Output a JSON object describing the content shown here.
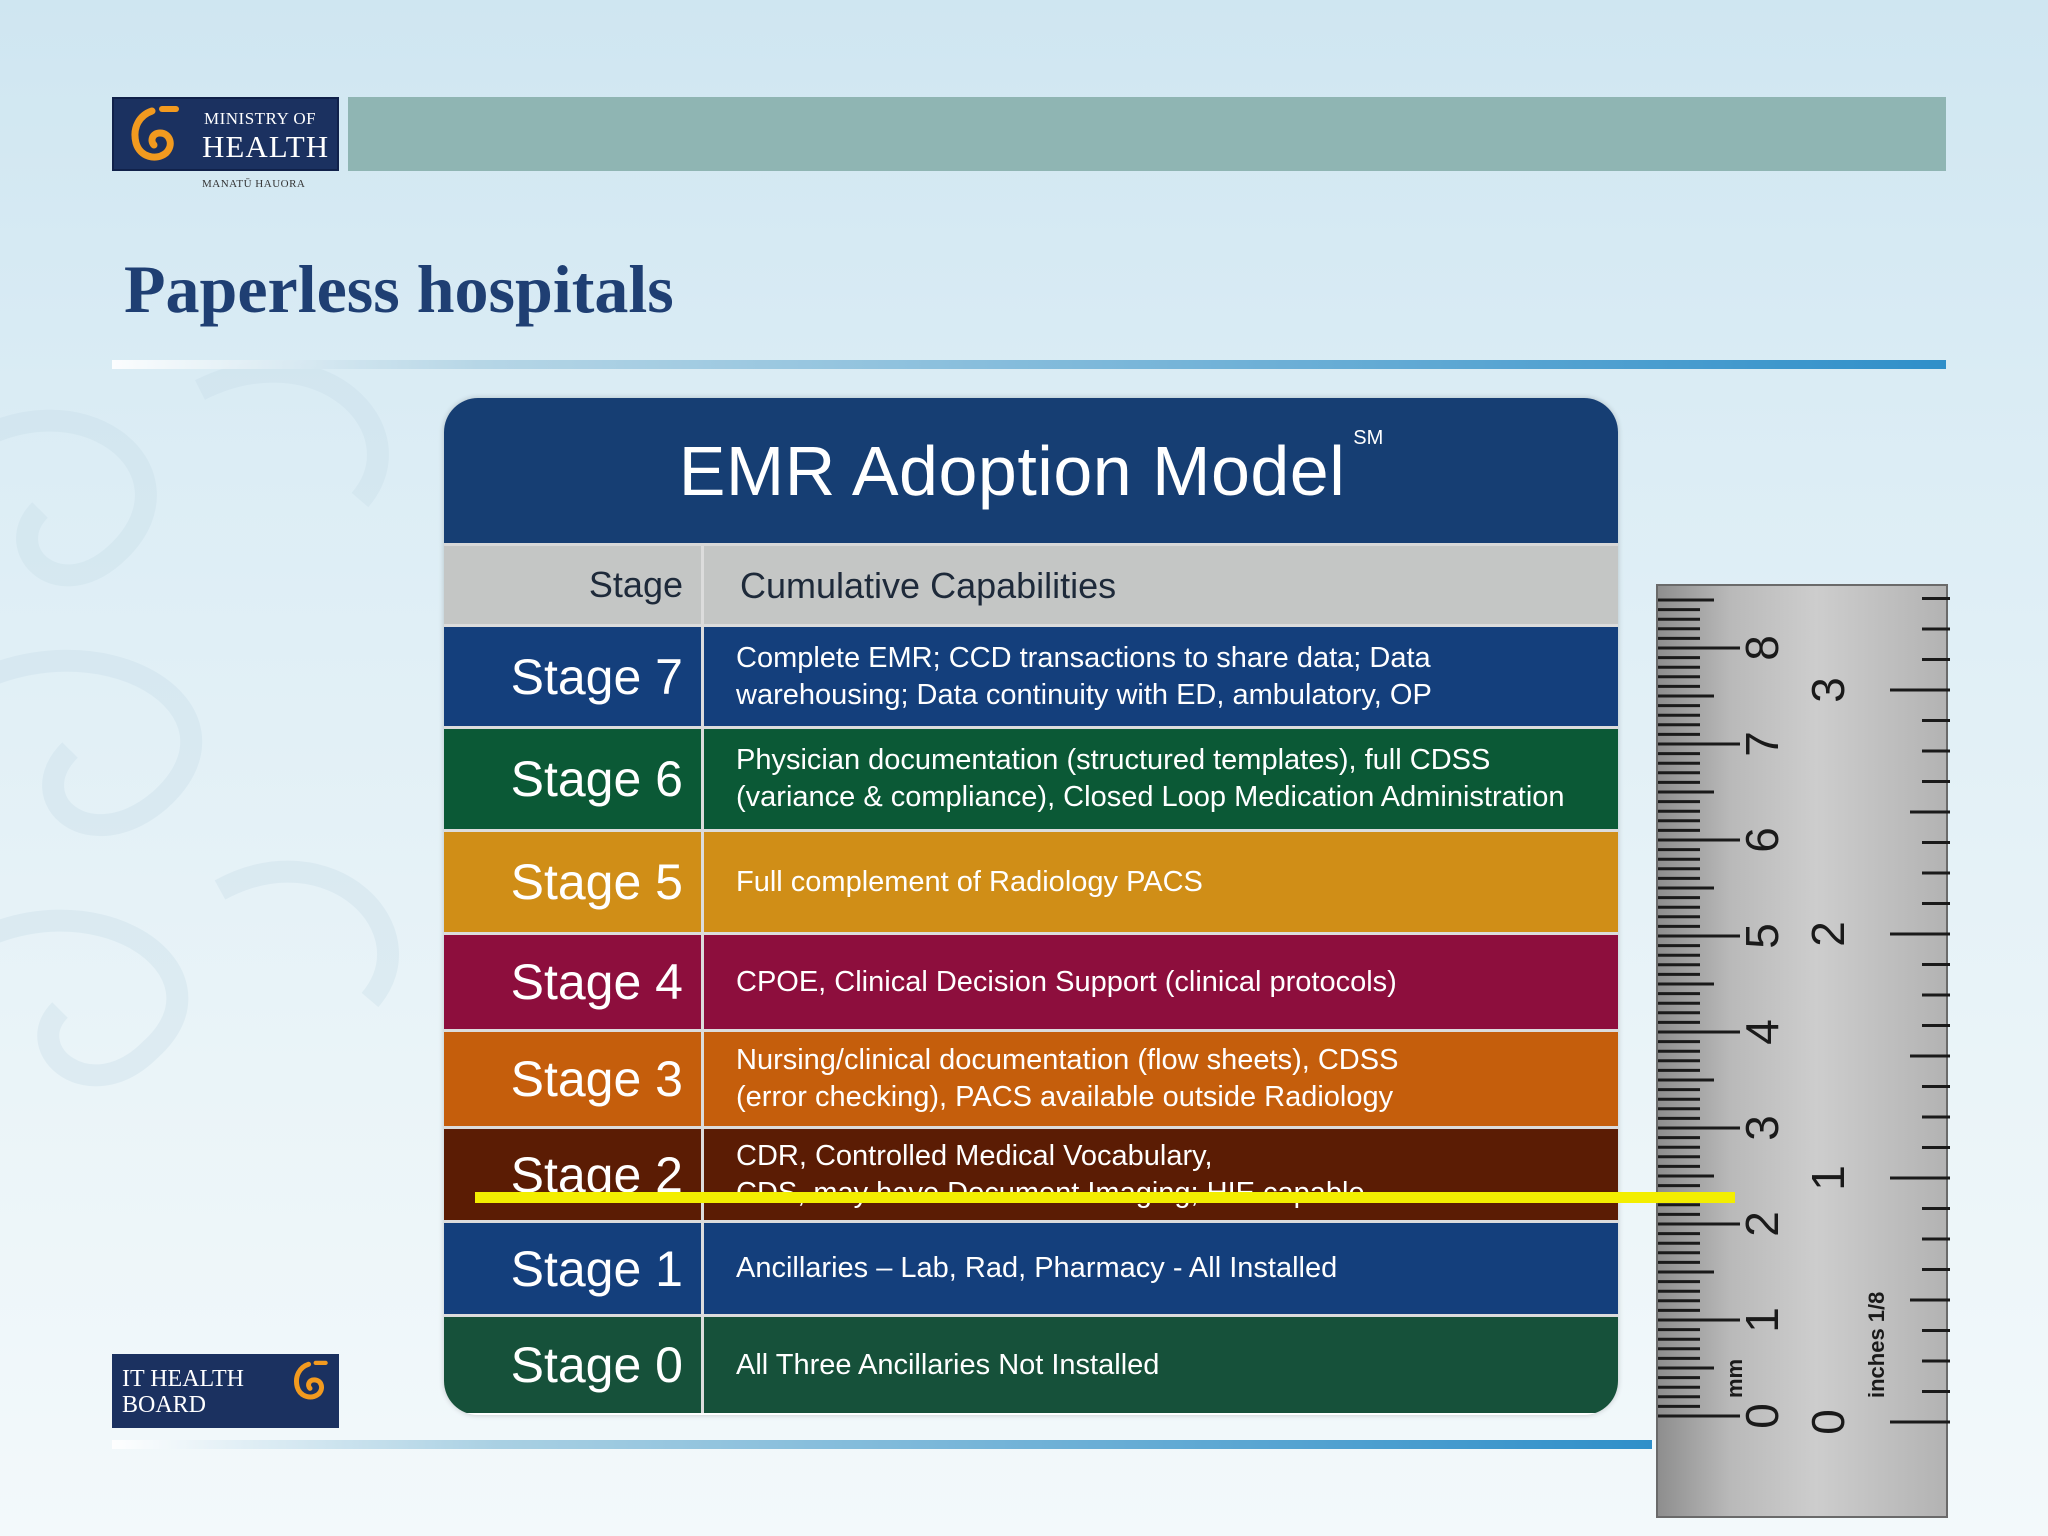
{
  "header": {
    "logo_line1": "MINISTRY OF",
    "logo_line2": "HEALTH",
    "logo_subtitle": "MANATŪ HAUORA",
    "logo_icon": "koru-icon",
    "bar_color": "#8fb5b3"
  },
  "title": "Paperless hospitals",
  "emr": {
    "title": "EMR Adoption Model",
    "superscript": "SM",
    "column_headers": {
      "stage": "Stage",
      "capabilities": "Cumulative Capabilities"
    },
    "rows": [
      {
        "stage": "Stage 7",
        "lines": [
          "Complete EMR; CCD transactions to share data; Data",
          "warehousing; Data continuity with ED, ambulatory, OP"
        ],
        "color": "#143f7c"
      },
      {
        "stage": "Stage 6",
        "lines": [
          "Physician documentation (structured templates), full CDSS",
          "(variance & compliance), Closed Loop Medication Administration"
        ],
        "color": "#0b5936"
      },
      {
        "stage": "Stage 5",
        "lines": [
          "Full complement of Radiology PACS"
        ],
        "color": "#d08e17"
      },
      {
        "stage": "Stage 4",
        "lines": [
          "CPOE, Clinical Decision Support (clinical protocols)"
        ],
        "color": "#8d0e3d"
      },
      {
        "stage": "Stage 3",
        "lines": [
          "Nursing/clinical documentation (flow sheets), CDSS",
          "(error checking), PACS available outside Radiology"
        ],
        "color": "#c55e0c"
      },
      {
        "stage": "Stage 2",
        "lines": [
          "CDR, Controlled Medical Vocabulary,",
          "CDS, may have Document Imaging; HIE capable"
        ],
        "color": "#5b1c04"
      },
      {
        "stage": "Stage 1",
        "lines": [
          "Ancillaries – Lab, Rad, Pharmacy - All Installed"
        ],
        "color": "#143f7c"
      },
      {
        "stage": "Stage 0",
        "lines": [
          "All Three Ancillaries Not Installed"
        ],
        "color": "#16513a"
      }
    ]
  },
  "footer": {
    "logo_line1": "IT HEALTH",
    "logo_line2": "BOARD",
    "logo_icon": "koru-icon"
  },
  "ruler": {
    "mm_label": "mm",
    "inch_label": "inches 1/8",
    "cm_numbers": [
      "0",
      "1",
      "2",
      "3",
      "4",
      "5",
      "6",
      "7",
      "8"
    ],
    "inch_numbers": [
      "0",
      "1",
      "2",
      "3"
    ]
  },
  "highlight": {
    "color": "#f3ee00"
  }
}
